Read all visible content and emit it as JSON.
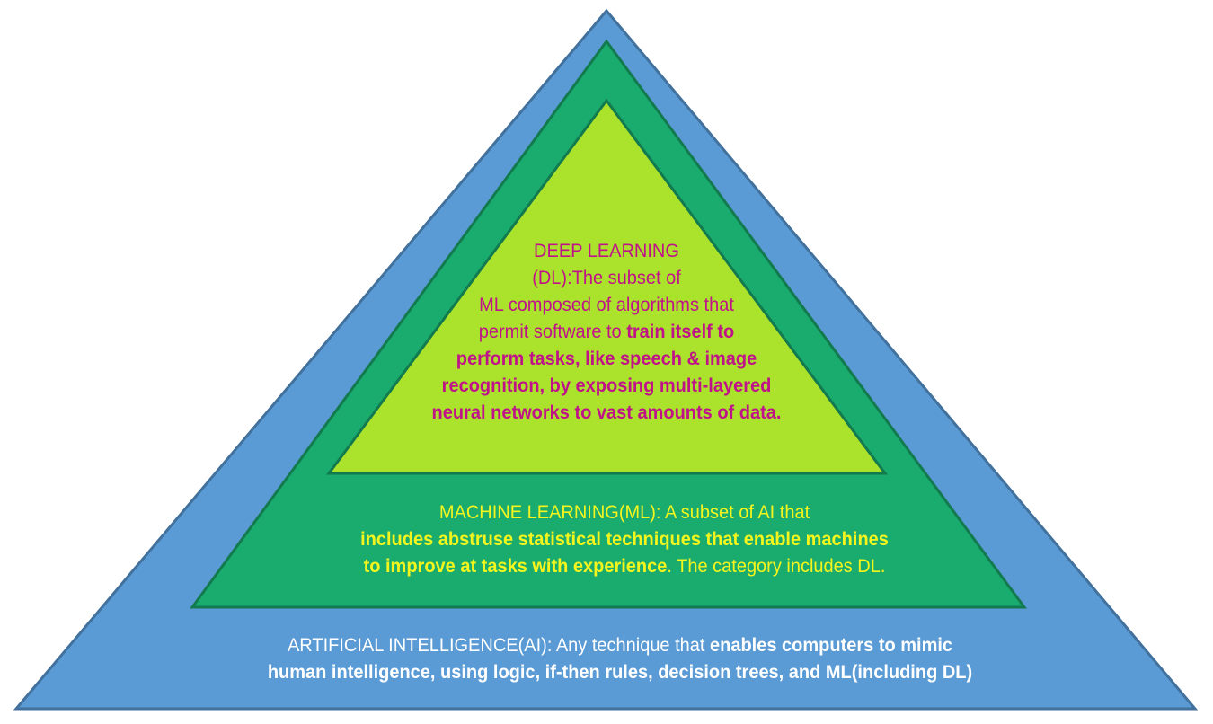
{
  "colors": {
    "ai_fill": "#5b9bd5",
    "ai_stroke": "#41719c",
    "ml_fill": "#1aab6e",
    "ml_stroke": "#127a4e",
    "dl_fill": "#abe22b",
    "dl_stroke": "#127a4e",
    "dl_text": "#c0138a",
    "ml_text": "#f5f51e",
    "ai_text": "#ffffff"
  },
  "deep_learning": {
    "line1": "DEEP LEARNING",
    "line2": "(DL):The subset of",
    "line3": "ML composed of algorithms that",
    "line4_plain": "permit software to ",
    "line4_bold": "train itself to",
    "line5_bold": "perform tasks, like speech & image",
    "line6_bold": "recognition, by exposing multi-layered",
    "line7_bold": "neural networks to vast amounts of data."
  },
  "machine_learning": {
    "line1": "MACHINE LEARNING(ML): A subset of AI that",
    "line2_bold": "includes abstruse statistical techniques that enable machines",
    "line3_bold": "to improve at tasks with experience",
    "line3_plain": ". The category includes DL."
  },
  "artificial_intelligence": {
    "line1_plain": "ARTIFICIAL INTELLIGENCE(AI): Any technique that ",
    "line1_bold": "enables computers to mimic",
    "line2_bold": "human intelligence, using logic, if-then rules, decision trees, and ML(including DL)"
  }
}
